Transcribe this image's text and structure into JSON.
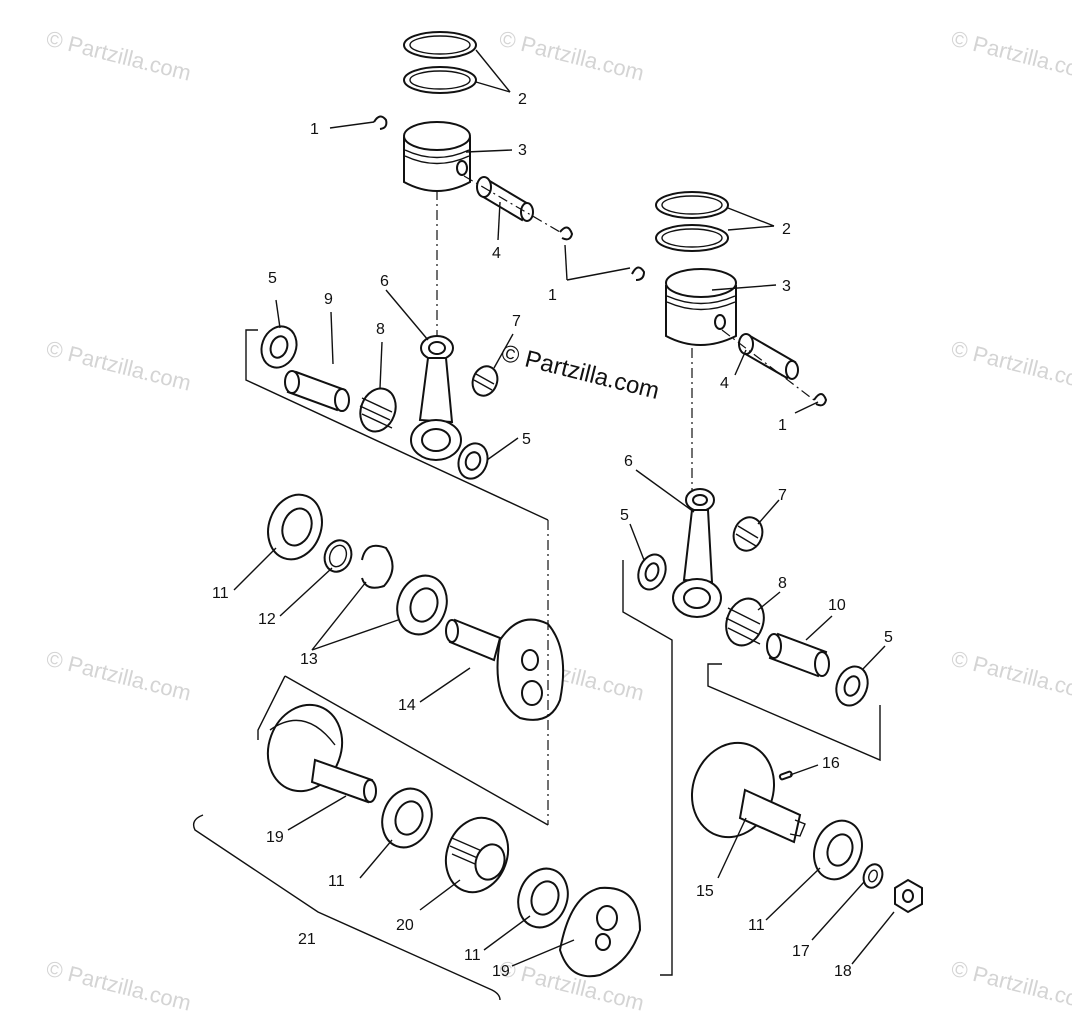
{
  "watermark": {
    "text": "© Partzilla.com",
    "center_text": "© Partzilla.com"
  },
  "callouts": {
    "c1a": "1",
    "c2a": "2",
    "c3a": "3",
    "c4a": "4",
    "c1b": "1",
    "c2b": "2",
    "c3b": "3",
    "c4b": "4",
    "c1c": "1",
    "c5a": "5",
    "c9": "9",
    "c6a": "6",
    "c8a": "8",
    "c7a": "7",
    "c5b": "5",
    "c6b": "6",
    "c7b": "7",
    "c5c": "5",
    "c8b": "8",
    "c10": "10",
    "c5d": "5",
    "c11a": "11",
    "c12": "12",
    "c13": "13",
    "c14": "14",
    "c19a": "19",
    "c11b": "11",
    "c20": "20",
    "c11c": "11",
    "c19b": "19",
    "c21": "21",
    "c16": "16",
    "c15": "15",
    "c11d": "11",
    "c17": "17",
    "c18": "18"
  }
}
